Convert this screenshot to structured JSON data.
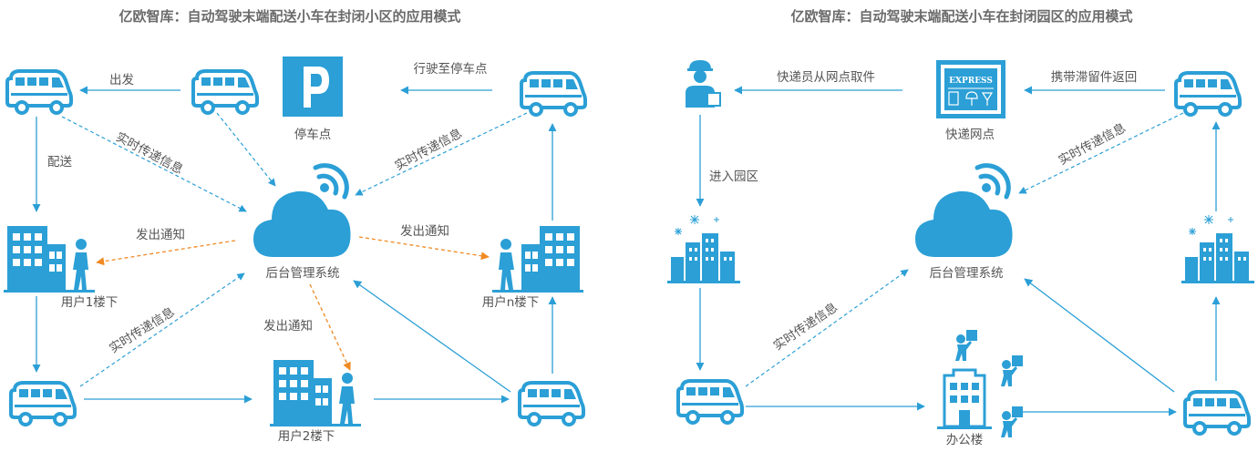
{
  "colors": {
    "primary": "#2b9fd6",
    "notify": "#f08a24",
    "text": "#555555",
    "title": "#6b6b6b"
  },
  "left": {
    "title": "亿欧智库：自动驾驶末端配送小车在封闭小区的应用模式",
    "labels": {
      "depart": "出发",
      "parking": "停车点",
      "to_parking": "行驶至停车点",
      "deliver": "配送",
      "realtime_a": "实时传递信息",
      "realtime_b": "实时传递信息",
      "realtime_c": "实时传递信息",
      "notify_a": "发出通知",
      "notify_b": "发出通知",
      "notify_c": "发出通知",
      "backend": "后台管理系统",
      "user1": "用户1楼下",
      "user2": "用户2楼下",
      "usern": "用户n楼下"
    }
  },
  "right": {
    "title": "亿欧智库：自动驾驶末端配送小车在封闭园区的应用模式",
    "labels": {
      "courier_pickup": "快递员从网点取件",
      "express_point": "快递网点",
      "return_unclaimed": "携带滞留件返回",
      "enter_park": "进入园区",
      "realtime_a": "实时传递信息",
      "realtime_b": "实时传递信息",
      "backend": "后台管理系统",
      "office": "办公楼",
      "express_sign": "EXPRESS"
    }
  }
}
